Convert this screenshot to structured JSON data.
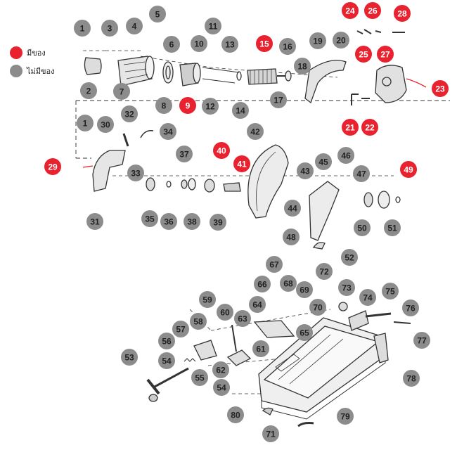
{
  "legend": [
    {
      "label": "มีของ",
      "color": "#e8222e"
    },
    {
      "label": "ไม่มีของ",
      "color": "#8c8c8c"
    }
  ],
  "colors": {
    "available": "#e8222e",
    "unavailable": "#8c8c8c",
    "line": "#333333"
  },
  "callouts": [
    {
      "n": "1",
      "red": false
    },
    {
      "n": "2",
      "red": false
    },
    {
      "n": "3",
      "red": false
    },
    {
      "n": "4",
      "red": false
    },
    {
      "n": "5",
      "red": false
    },
    {
      "n": "6",
      "red": false
    },
    {
      "n": "7",
      "red": false
    },
    {
      "n": "8",
      "red": false
    },
    {
      "n": "9",
      "red": true
    },
    {
      "n": "10",
      "red": false
    },
    {
      "n": "11",
      "red": false
    },
    {
      "n": "12",
      "red": false
    },
    {
      "n": "13",
      "red": false
    },
    {
      "n": "14",
      "red": false
    },
    {
      "n": "15",
      "red": true
    },
    {
      "n": "16",
      "red": false
    },
    {
      "n": "17",
      "red": false
    },
    {
      "n": "18",
      "red": false
    },
    {
      "n": "19",
      "red": false
    },
    {
      "n": "20",
      "red": false
    },
    {
      "n": "21",
      "red": true
    },
    {
      "n": "22",
      "red": true
    },
    {
      "n": "23",
      "red": true
    },
    {
      "n": "24",
      "red": true
    },
    {
      "n": "25",
      "red": true
    },
    {
      "n": "26",
      "red": true
    },
    {
      "n": "27",
      "red": true
    },
    {
      "n": "28",
      "red": true
    },
    {
      "n": "29",
      "red": true
    },
    {
      "n": "30",
      "red": false
    },
    {
      "n": "1",
      "red": false
    },
    {
      "n": "31",
      "red": false
    },
    {
      "n": "32",
      "red": false
    },
    {
      "n": "33",
      "red": false
    },
    {
      "n": "34",
      "red": false
    },
    {
      "n": "35",
      "red": false
    },
    {
      "n": "36",
      "red": false
    },
    {
      "n": "37",
      "red": false
    },
    {
      "n": "38",
      "red": false
    },
    {
      "n": "39",
      "red": false
    },
    {
      "n": "40",
      "red": true
    },
    {
      "n": "41",
      "red": true
    },
    {
      "n": "42",
      "red": false
    },
    {
      "n": "43",
      "red": false
    },
    {
      "n": "44",
      "red": false
    },
    {
      "n": "45",
      "red": false
    },
    {
      "n": "46",
      "red": false
    },
    {
      "n": "47",
      "red": false
    },
    {
      "n": "48",
      "red": false
    },
    {
      "n": "49",
      "red": true
    },
    {
      "n": "50",
      "red": false
    },
    {
      "n": "51",
      "red": false
    },
    {
      "n": "52",
      "red": false
    },
    {
      "n": "53",
      "red": false
    },
    {
      "n": "54",
      "red": false
    },
    {
      "n": "54",
      "red": false
    },
    {
      "n": "55",
      "red": false
    },
    {
      "n": "56",
      "red": false
    },
    {
      "n": "57",
      "red": false
    },
    {
      "n": "58",
      "red": false
    },
    {
      "n": "59",
      "red": false
    },
    {
      "n": "60",
      "red": false
    },
    {
      "n": "61",
      "red": false
    },
    {
      "n": "62",
      "red": false
    },
    {
      "n": "63",
      "red": false
    },
    {
      "n": "64",
      "red": false
    },
    {
      "n": "65",
      "red": false
    },
    {
      "n": "66",
      "red": false
    },
    {
      "n": "67",
      "red": false
    },
    {
      "n": "68",
      "red": false
    },
    {
      "n": "69",
      "red": false
    },
    {
      "n": "70",
      "red": false
    },
    {
      "n": "71",
      "red": false
    },
    {
      "n": "72",
      "red": false
    },
    {
      "n": "73",
      "red": false
    },
    {
      "n": "74",
      "red": false
    },
    {
      "n": "75",
      "red": false
    },
    {
      "n": "76",
      "red": false
    },
    {
      "n": "77",
      "red": false
    },
    {
      "n": "78",
      "red": false
    },
    {
      "n": "79",
      "red": false
    },
    {
      "n": "80",
      "red": false
    }
  ]
}
